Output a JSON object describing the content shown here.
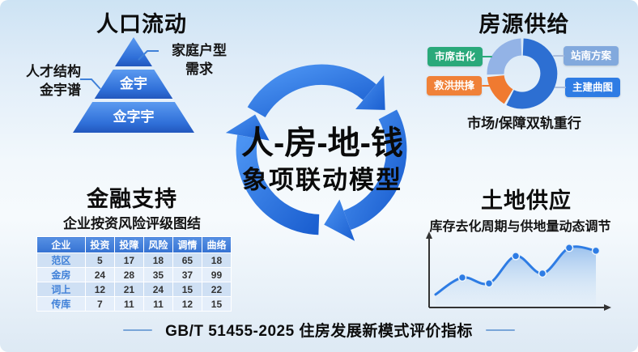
{
  "colors": {
    "accent_blue": "#2e7ce4",
    "ring_blue_light": "#4b93f2",
    "ring_blue_dark": "#1b5fd0",
    "donut_dark_blue": "#2d6fd2",
    "donut_light_blue": "#93b3e6",
    "donut_orange": "#f07a30",
    "badge_green": "#2aa97a",
    "badge_orange": "#f08138",
    "badge_light_blue": "#82a9dd",
    "badge_dark_blue": "#2e7ce4",
    "connector_gray_blue": "#aebfdc",
    "line_chart_blue": "#2e7ce4"
  },
  "center": {
    "line1": "人-房-地-钱",
    "line2": "象项联动模型"
  },
  "population": {
    "title": "人口流动",
    "left_label_line1": "人才结构",
    "left_label_line2": "金宇谱",
    "right_label_line1": "家庭户型",
    "right_label_line2": "需求",
    "pyramid_mid": "金宇",
    "pyramid_bottom": "佥字宇"
  },
  "supply": {
    "title": "房源供给",
    "caption": "市场/保障双轨重行",
    "badges": [
      {
        "label": "市席击化",
        "color": "#2aa97a"
      },
      {
        "label": "救洪拱捀",
        "color": "#f08138"
      },
      {
        "label": "站南方案",
        "color": "#82a9dd"
      },
      {
        "label": "主建曲图",
        "color": "#2e7ce4"
      }
    ]
  },
  "finance": {
    "title": "金融支持",
    "subtitle": "企业按资风险评级图结",
    "table": {
      "headers": [
        "企业",
        "投资",
        "投障",
        "风险",
        "调情",
        "曲络"
      ],
      "rows": [
        [
          "范区",
          "5",
          "17",
          "18",
          "65",
          "18"
        ],
        [
          "金房",
          "24",
          "28",
          "35",
          "37",
          "99"
        ],
        [
          "词上",
          "12",
          "21",
          "24",
          "15",
          "22"
        ],
        [
          "传库",
          "7",
          "11",
          "11",
          "12",
          "15"
        ]
      ]
    }
  },
  "land": {
    "title": "土地供应",
    "subtitle": "库存去化周期与供地量动态调节"
  },
  "footer": {
    "text": "GB/T 51455-2025 住房发展新模式评价指标"
  },
  "chart_data": [
    {
      "type": "pie",
      "variant": "donut",
      "title": "房源供给",
      "caption": "市场/保障双轨重行",
      "legend_position": "side-badges",
      "slices": [
        {
          "label": "站南方案/主建曲图",
          "value": 58,
          "color": "#2d6fd2"
        },
        {
          "label": "救洪拱捀",
          "value": 16,
          "color": "#f07a30"
        },
        {
          "label": "市席击化",
          "value": 26,
          "color": "#93b3e6"
        }
      ]
    },
    {
      "type": "area",
      "title": "土地供应",
      "subtitle": "库存去化周期与供地量动态调节",
      "x": [
        1,
        2,
        3,
        4,
        5,
        6,
        7
      ],
      "values": [
        14,
        43,
        33,
        80,
        50,
        94,
        89
      ],
      "markers": [
        false,
        true,
        true,
        true,
        true,
        true,
        true
      ],
      "ylim": [
        0,
        100
      ],
      "grid": false,
      "axes": "plain-arrows"
    }
  ]
}
